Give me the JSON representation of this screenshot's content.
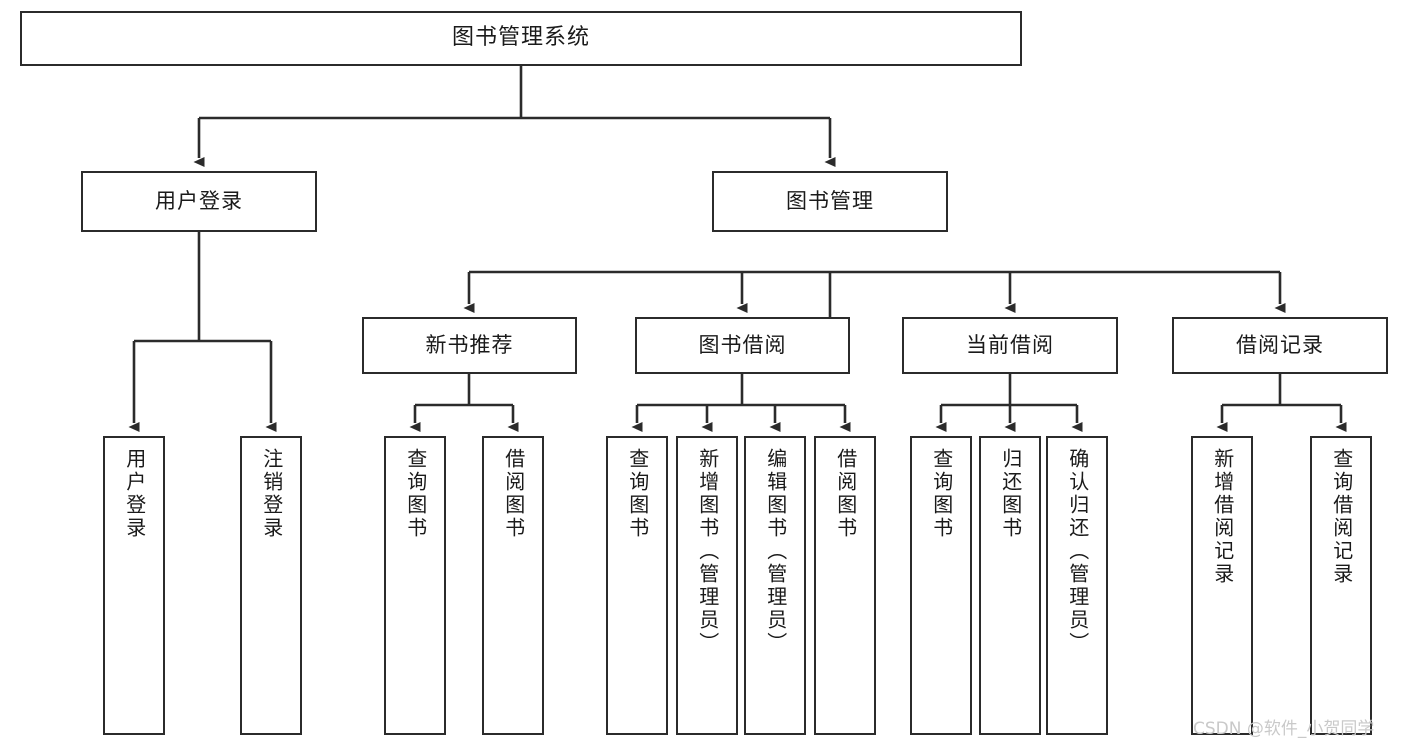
{
  "diagram": {
    "type": "tree",
    "title": "图书管理系统",
    "orientation": "top-down",
    "style": {
      "box_stroke": "#2b2b2b",
      "box_fill": "#ffffff",
      "edge_color": "#2b2b2b",
      "background": "#ffffff",
      "watermark_color": "#c9c9c9"
    }
  },
  "nodes": {
    "root": {
      "label": "图书管理系统",
      "level": 0
    },
    "l1": [
      {
        "id": "user_login",
        "label": "用户登录",
        "level": 1
      },
      {
        "id": "book_mgmt",
        "label": "图书管理",
        "level": 1
      }
    ],
    "l2": [
      {
        "id": "new_book_rec",
        "label": "新书推荐",
        "level": 2,
        "parent": "book_mgmt"
      },
      {
        "id": "book_borrow",
        "label": "图书借阅",
        "level": 2,
        "parent": "book_mgmt"
      },
      {
        "id": "current_borrow",
        "label": "当前借阅",
        "level": 2,
        "parent": "book_mgmt"
      },
      {
        "id": "borrow_record",
        "label": "借阅记录",
        "level": 2,
        "parent": "book_mgmt"
      }
    ],
    "leaves": [
      {
        "id": "leaf_user_login",
        "label": "用户登录",
        "parent": "user_login"
      },
      {
        "id": "leaf_user_logout",
        "label": "注销登录",
        "parent": "user_login"
      },
      {
        "id": "leaf_query_book_rec",
        "label": "查询图书",
        "parent": "new_book_rec"
      },
      {
        "id": "leaf_borrow_book_rec",
        "label": "借阅图书",
        "parent": "new_book_rec"
      },
      {
        "id": "leaf_query_book_b",
        "label": "查询图书",
        "parent": "book_borrow"
      },
      {
        "id": "leaf_add_book",
        "label": "新增图书（管理员）",
        "parent": "book_borrow"
      },
      {
        "id": "leaf_edit_book",
        "label": "编辑图书（管理员）",
        "parent": "book_borrow"
      },
      {
        "id": "leaf_borrow_book_b",
        "label": "借阅图书",
        "parent": "book_borrow"
      },
      {
        "id": "leaf_query_book_c",
        "label": "查询图书",
        "parent": "current_borrow"
      },
      {
        "id": "leaf_return_book",
        "label": "归还图书",
        "parent": "current_borrow"
      },
      {
        "id": "leaf_confirm_return",
        "label": "确认归还（管理员）",
        "parent": "current_borrow"
      },
      {
        "id": "leaf_add_record",
        "label": "新增借阅记录",
        "parent": "borrow_record"
      },
      {
        "id": "leaf_query_record",
        "label": "查询借阅记录",
        "parent": "borrow_record"
      }
    ]
  },
  "watermark": {
    "text": "CSDN @软件_小贺同学"
  }
}
